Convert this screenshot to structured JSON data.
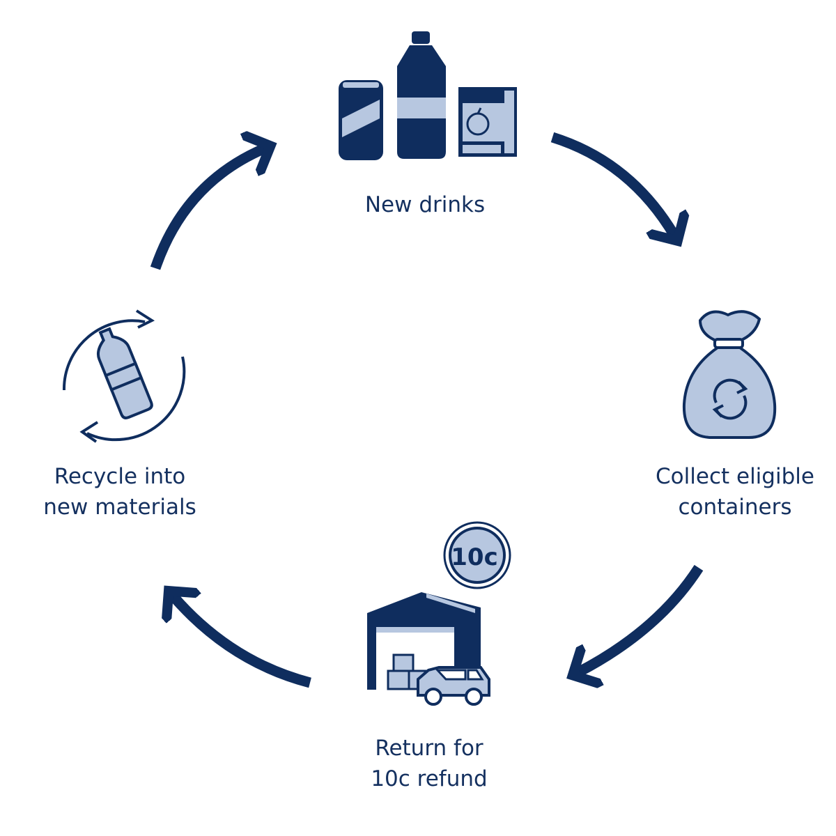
{
  "steps": {
    "new_drinks": {
      "label": "New drinks",
      "icon": "drinks-icon"
    },
    "collect": {
      "label_line1": "Collect eligible",
      "label_line2": "containers",
      "icon": "recycling-bag-icon"
    },
    "return": {
      "label_line1": "Return for",
      "label_line2": "10c refund",
      "icon": "depot-icon",
      "coin_text": "10c"
    },
    "recycle": {
      "label_line1": "Recycle into",
      "label_line2": "new materials",
      "icon": "recycle-bottle-icon"
    }
  },
  "colors": {
    "dark": "#0f2d5e",
    "light": "#b7c7e0"
  }
}
